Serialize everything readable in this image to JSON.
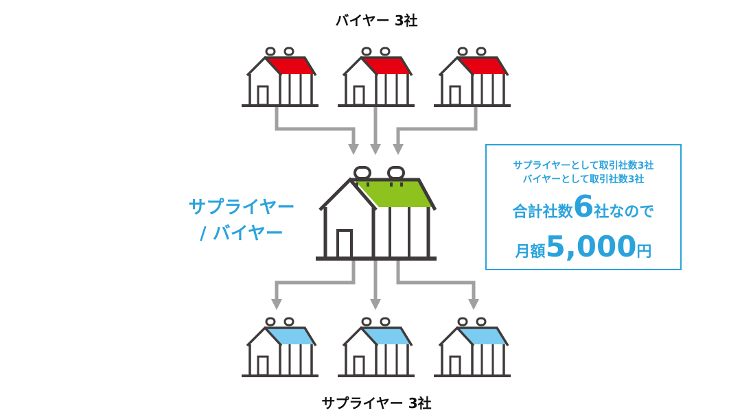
{
  "top_label": {
    "text": "バイヤー 3社"
  },
  "bottom_label": {
    "text": "サプライヤー 3社"
  },
  "center_role": {
    "line1": "サプライヤー",
    "line2": "/ バイヤー"
  },
  "info": {
    "line1": "サプライヤーとして取引社数3社",
    "line2": "バイヤーとして取引社数3社",
    "line3_pre": "合計社数",
    "line3_num": "6",
    "line3_post": "社なので",
    "line4_pre": "月額",
    "line4_num": "5,000",
    "line4_post": "円"
  },
  "colors": {
    "buyer_roof": "#e60012",
    "center_roof": "#8dc21f",
    "supplier_roof": "#7ccbf0",
    "arrow": "#a0a0a0",
    "accent": "#2aa3dc",
    "outline": "#3e3a39"
  }
}
